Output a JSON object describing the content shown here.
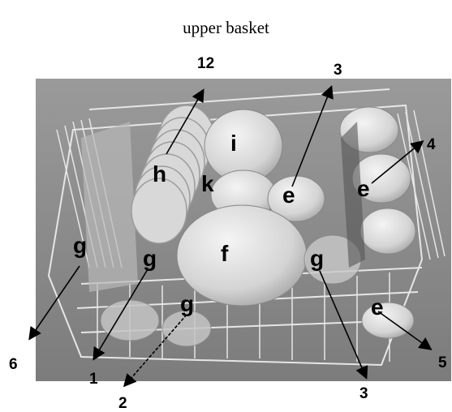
{
  "title": "upper basket",
  "letters": {
    "h": "h",
    "i": "i",
    "k": "k",
    "f": "f",
    "e1": "e",
    "e2": "e",
    "e3": "e",
    "g1": "g",
    "g2": "g",
    "g3": "g",
    "g4": "g"
  },
  "numbers": {
    "n12": "12",
    "n3_top": "3",
    "n4": "4",
    "n6": "6",
    "n1": "1",
    "n2": "2",
    "n3_bottom": "3",
    "n5": "5"
  },
  "colors": {
    "background": "#ffffff",
    "photo_bg": "#8f8f8f",
    "ink": "#000000"
  }
}
